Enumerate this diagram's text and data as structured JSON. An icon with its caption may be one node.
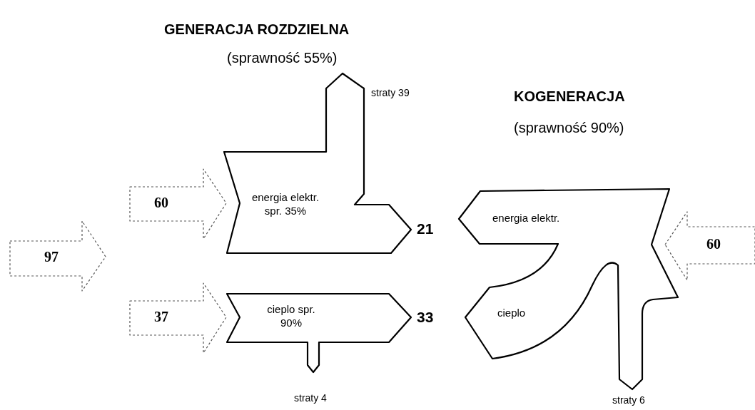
{
  "diagram": {
    "nodes": [
      {
        "text": [
          "97"
        ]
      },
      {
        "text": [
          "60"
        ]
      },
      {
        "text": [
          "37"
        ]
      },
      {
        "text": [
          "energia elektr. spr. 35%"
        ],
        "beside": [
          "straty 39",
          "21"
        ]
      },
      {
        "text": [
          "cieplo spr. 90%"
        ],
        "beside": [
          "straty 4",
          "33"
        ]
      },
      {
        "text": [
          "energia elektr.",
          "cieplo"
        ],
        "beside": [
          "straty 6"
        ]
      },
      {
        "text": [
          "60"
        ]
      }
    ],
    "labels": [
      "GENERACJA ROZDZIELNA",
      "(sprawność 55%)",
      "KOGENERACJA",
      "(sprawność 90%)"
    ]
  }
}
